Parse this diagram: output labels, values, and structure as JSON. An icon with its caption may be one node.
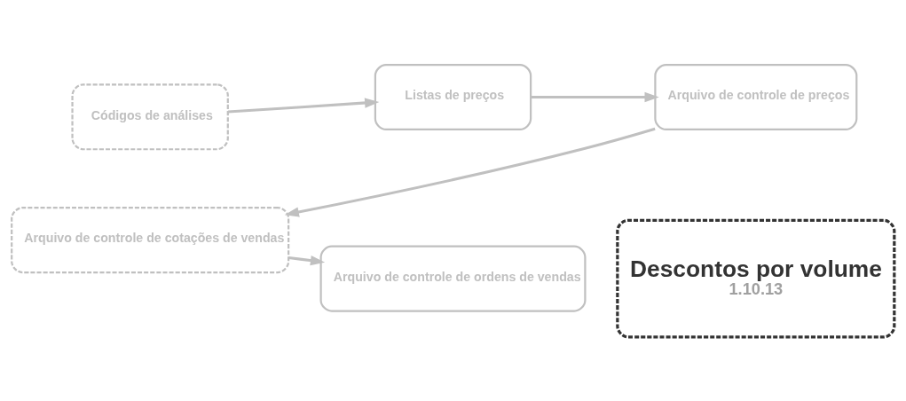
{
  "diagram": {
    "nodes": [
      {
        "text": [
          "Códigos de análises"
        ]
      },
      {
        "text": [
          "Listas de preços"
        ]
      },
      {
        "text": [
          "Arquivo de controle de preços"
        ]
      },
      {
        "text": [
          "Arquivo de controle de cotações de vendas"
        ]
      },
      {
        "text": [
          "Arquivo de controle de ordens de vendas"
        ]
      },
      {
        "text": [
          "Descontos por volume",
          "1.10.13"
        ]
      }
    ],
    "edges": [
      {
        "from": 0,
        "to": 1,
        "arrow": "to"
      },
      {
        "from": 1,
        "to": 2,
        "arrow": "to"
      },
      {
        "from": 2,
        "to": 3,
        "arrow": "to"
      },
      {
        "from": 3,
        "to": 4,
        "arrow": "to"
      }
    ]
  }
}
